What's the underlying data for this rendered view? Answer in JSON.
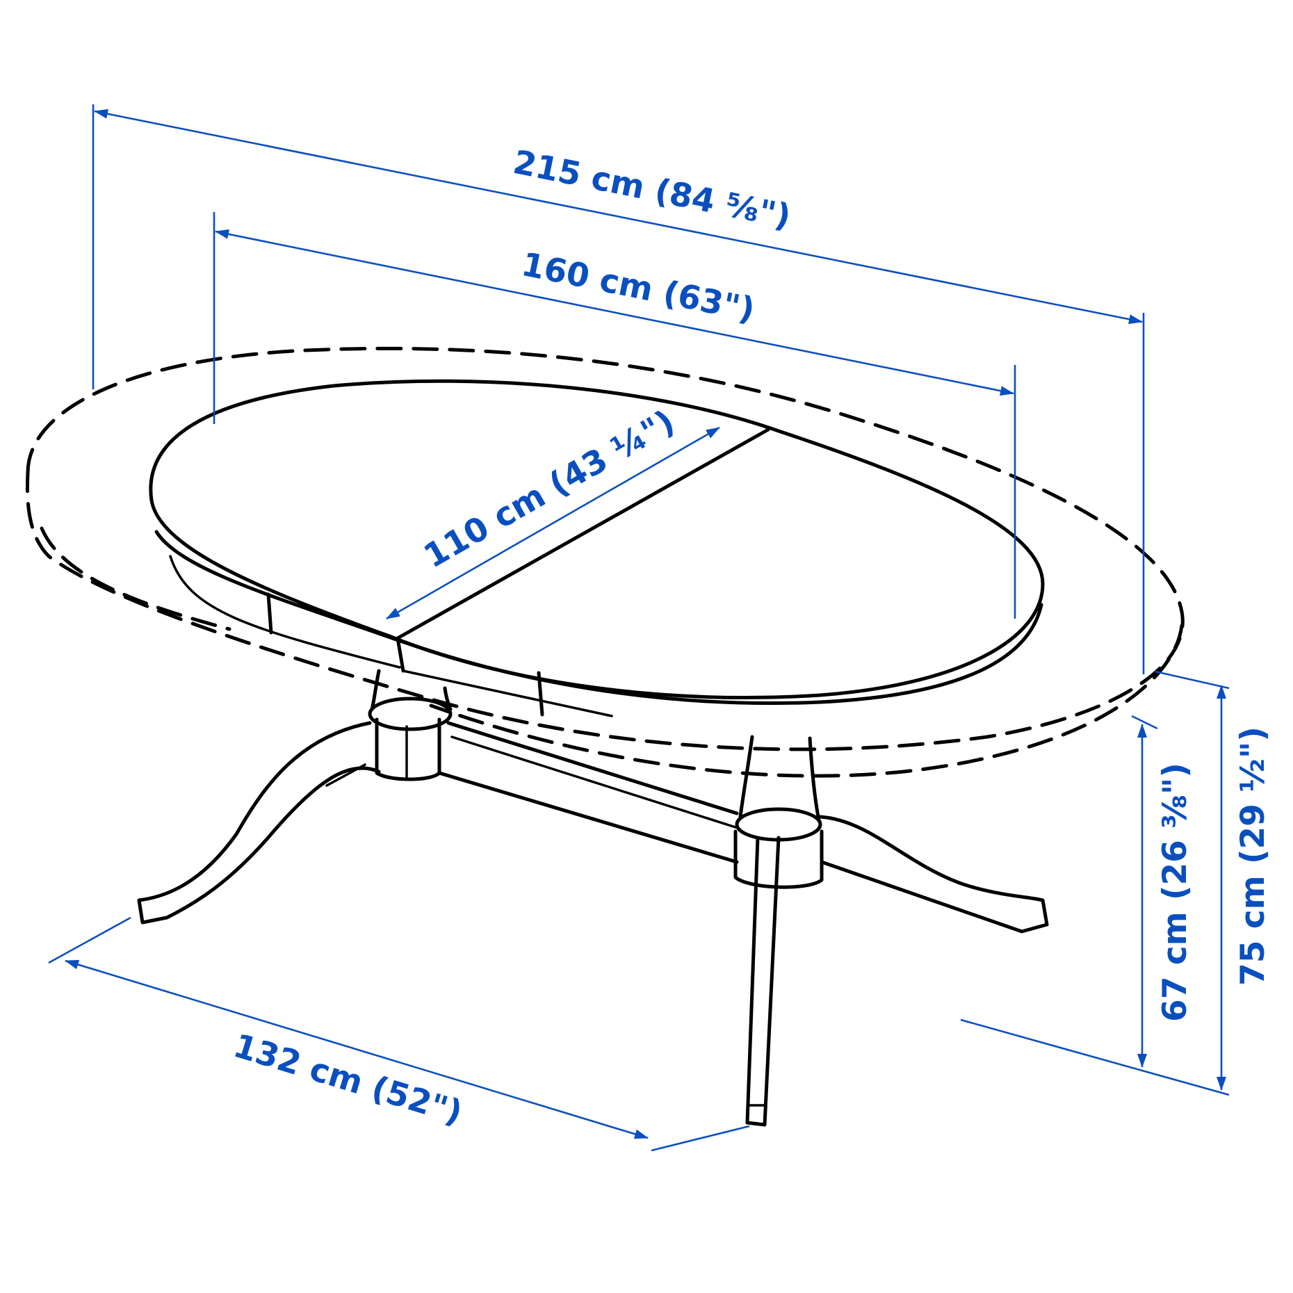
{
  "figure": {
    "subject": "Extendable oval pedestal dining table — dimension drawing",
    "accent_color": "#0A4FBF",
    "line_color": "#000000",
    "background": "#FFFFFF"
  },
  "dimensions": {
    "extended_length": {
      "label": "215 cm (84 ⅝\")",
      "value_cm": 215,
      "value_in": "84 5/8"
    },
    "closed_length": {
      "label": "160 cm (63\")",
      "value_cm": 160,
      "value_in": "63"
    },
    "width": {
      "label": "110 cm (43 ¼\")",
      "value_cm": 110,
      "value_in": "43 1/4"
    },
    "base_length": {
      "label": "132 cm (52\")",
      "value_cm": 132,
      "value_in": "52"
    },
    "clearance_height": {
      "label": "67 cm (26 ⅜\")",
      "value_cm": 67,
      "value_in": "26 3/8"
    },
    "table_height": {
      "label": "75 cm (29 ½\")",
      "value_cm": 75,
      "value_in": "29 1/2"
    }
  }
}
